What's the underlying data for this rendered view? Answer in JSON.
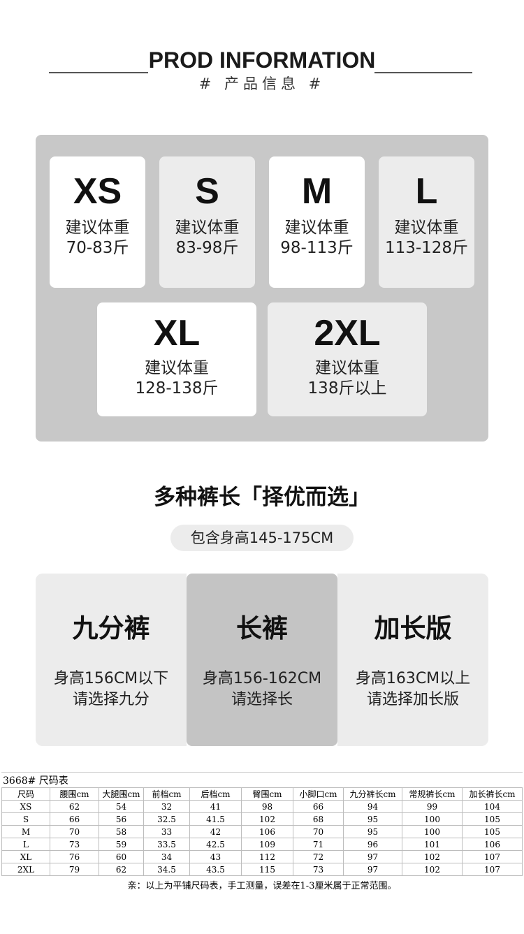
{
  "header": {
    "title": "PROD INFORMATION",
    "subtitle": "# 产品信息 #"
  },
  "sizes": [
    {
      "name": "XS",
      "label": "建议体重",
      "range": "70-83斤"
    },
    {
      "name": "S",
      "label": "建议体重",
      "range": "83-98斤"
    },
    {
      "name": "M",
      "label": "建议体重",
      "range": "98-113斤"
    },
    {
      "name": "L",
      "label": "建议体重",
      "range": "113-128斤"
    },
    {
      "name": "XL",
      "label": "建议体重",
      "range": "128-138斤"
    },
    {
      "name": "2XL",
      "label": "建议体重",
      "range": "138斤以上"
    }
  ],
  "lengths": {
    "title": "多种裤长「择优而选」",
    "height_range": "包含身高145-175CM",
    "options": [
      {
        "name": "九分裤",
        "height": "身高156CM以下",
        "advice": "请选择九分"
      },
      {
        "name": "长裤",
        "height": "身高156-162CM",
        "advice": "请选择长"
      },
      {
        "name": "加长版",
        "height": "身高163CM以上",
        "advice": "请选择加长版"
      }
    ]
  },
  "table": {
    "caption": "3668#  尺码表",
    "headers": [
      "尺码",
      "腰围cm",
      "大腿围cm",
      "前档cm",
      "后档cm",
      "臀围cm",
      "小脚口cm",
      "九分裤长cm",
      "常规裤长cm",
      "加长裤长cm"
    ],
    "rows": [
      [
        "XS",
        "62",
        "54",
        "32",
        "41",
        "98",
        "66",
        "94",
        "99",
        "104"
      ],
      [
        "S",
        "66",
        "56",
        "32.5",
        "41.5",
        "102",
        "68",
        "95",
        "100",
        "105"
      ],
      [
        "M",
        "70",
        "58",
        "33",
        "42",
        "106",
        "70",
        "95",
        "100",
        "105"
      ],
      [
        "L",
        "73",
        "59",
        "33.5",
        "42.5",
        "109",
        "71",
        "96",
        "101",
        "106"
      ],
      [
        "XL",
        "76",
        "60",
        "34",
        "43",
        "112",
        "72",
        "97",
        "102",
        "107"
      ],
      [
        "2XL",
        "79",
        "62",
        "34.5",
        "43.5",
        "115",
        "73",
        "97",
        "102",
        "107"
      ]
    ],
    "note": "亲：以上为平铺尺码表，手工测量，误差在1-3厘米属于正常范围。"
  },
  "colors": {
    "panel": "#c8c8c8",
    "card_light": "#ececec",
    "card_white": "#ffffff",
    "card_mid": "#c4c4c4"
  }
}
